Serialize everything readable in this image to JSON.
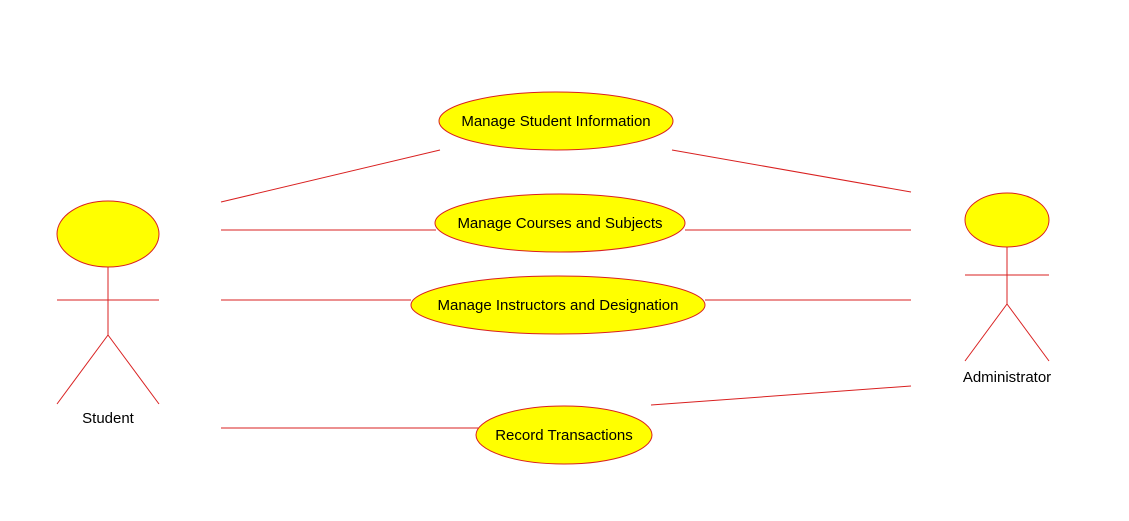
{
  "colors": {
    "fill": "#ffff00",
    "stroke": "#d92020",
    "text": "#000000",
    "background": "#ffffff"
  },
  "actors": {
    "student": {
      "label": "Student"
    },
    "administrator": {
      "label": "Administrator"
    }
  },
  "use_cases": {
    "manage_student_information": {
      "label": "Manage Student Information"
    },
    "manage_courses_and_subjects": {
      "label": "Manage Courses and Subjects"
    },
    "manage_instructors_and_designation": {
      "label": "Manage Instructors and Designation"
    },
    "record_transactions": {
      "label": "Record Transactions"
    }
  },
  "associations": [
    {
      "actor": "student",
      "use_case": "manage_student_information"
    },
    {
      "actor": "student",
      "use_case": "manage_courses_and_subjects"
    },
    {
      "actor": "student",
      "use_case": "manage_instructors_and_designation"
    },
    {
      "actor": "student",
      "use_case": "record_transactions"
    },
    {
      "actor": "administrator",
      "use_case": "manage_student_information"
    },
    {
      "actor": "administrator",
      "use_case": "manage_courses_and_subjects"
    },
    {
      "actor": "administrator",
      "use_case": "manage_instructors_and_designation"
    },
    {
      "actor": "administrator",
      "use_case": "record_transactions"
    }
  ]
}
